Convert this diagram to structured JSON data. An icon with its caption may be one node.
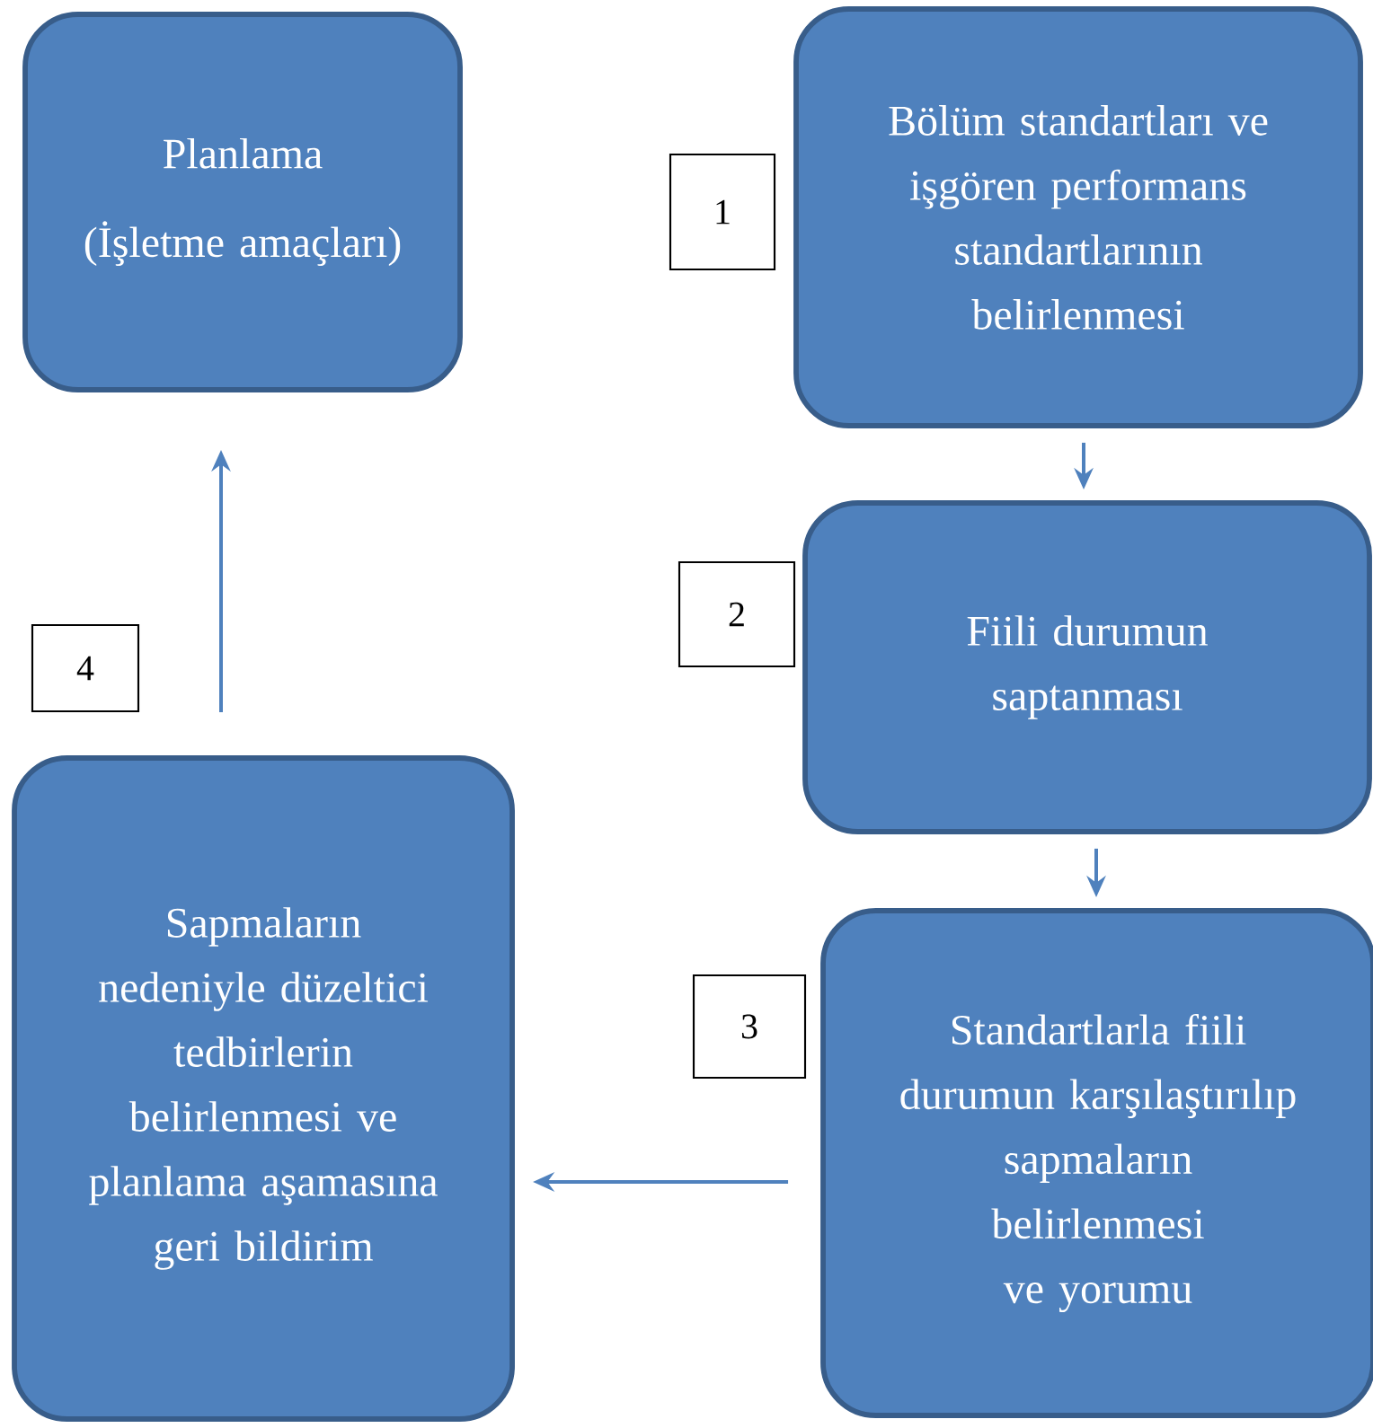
{
  "diagram": {
    "nodes": [
      {
        "text": [
          "Planlama",
          "(İşletme amaçları)"
        ]
      },
      {
        "text": [
          "Bölüm standartları ve işgören performans standartlarının belirlenmesi"
        ]
      },
      {
        "text": [
          "Fiili durumun saptanması"
        ]
      },
      {
        "text": [
          "Standartlarla fiili durumun karşılaştırılıp sapmaların belirlenmesi ve yorumu"
        ]
      },
      {
        "text": [
          "Sapmaların nedeniyle düzeltici tedbirlerin belirlenmesi ve planlama aşamasına geri bildirim"
        ]
      },
      {
        "text": [
          "1"
        ]
      },
      {
        "text": [
          "2"
        ]
      },
      {
        "text": [
          "3"
        ]
      },
      {
        "text": [
          "4"
        ]
      }
    ],
    "edges": [
      {
        "from": 1,
        "to": 2,
        "arrow": "to"
      },
      {
        "from": 2,
        "to": 3,
        "arrow": "to"
      },
      {
        "from": 3,
        "to": 4,
        "arrow": "to"
      },
      {
        "from": 4,
        "to": 0,
        "arrow": "to"
      }
    ]
  }
}
